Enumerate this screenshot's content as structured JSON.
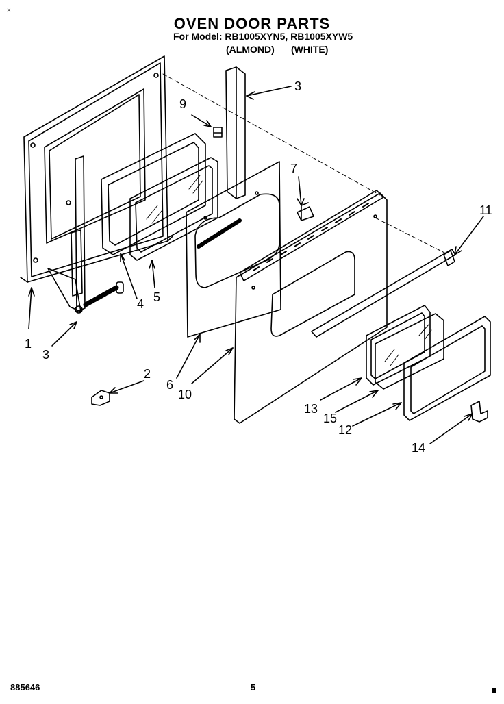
{
  "header": {
    "title": "OVEN DOOR PARTS",
    "model_line": "For Model: RB1005XYN5, RB1005XYW5",
    "color_almond": "(ALMOND)",
    "color_white": "(WHITE)",
    "corner_mark": "×"
  },
  "callouts": {
    "c1": "1",
    "c2": "2",
    "c3a": "3",
    "c3b": "3",
    "c4": "4",
    "c5": "5",
    "c6": "6",
    "c7": "7",
    "c9": "9",
    "c10": "10",
    "c11": "11",
    "c12": "12",
    "c13": "13",
    "c14": "14",
    "c15": "15"
  },
  "footer": {
    "doc_number": "885646",
    "page_number": "5"
  }
}
